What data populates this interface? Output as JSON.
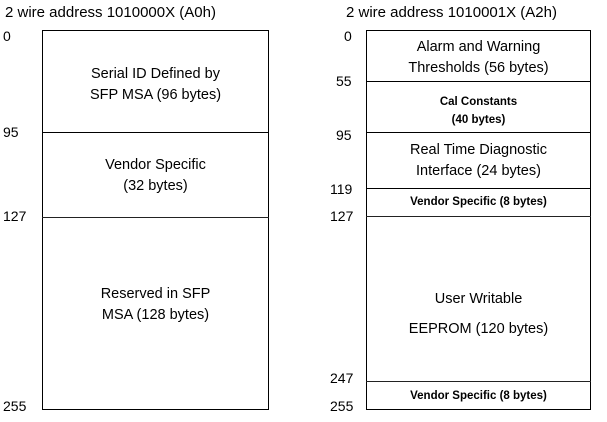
{
  "left_map": {
    "title": "2 wire address 1010000X (A0h)",
    "addresses": [
      "0",
      "95",
      "127",
      "255"
    ],
    "regions": [
      {
        "label_line1": "Serial ID Defined by",
        "label_line2": "SFP MSA (96 bytes)"
      },
      {
        "label_line1": "Vendor Specific",
        "label_line2": "(32 bytes)"
      },
      {
        "label_line1": "Reserved in SFP",
        "label_line2": "MSA (128 bytes)"
      }
    ]
  },
  "right_map": {
    "title": "2 wire address 1010001X (A2h)",
    "addresses": [
      "0",
      "55",
      "95",
      "119",
      "127",
      "247",
      "255"
    ],
    "regions": [
      {
        "label_line1": "Alarm and Warning",
        "label_line2": "Thresholds (56 bytes)"
      },
      {
        "label_line1": "Cal Constants",
        "label_line2": "(40 bytes)"
      },
      {
        "label_line1": "Real Time Diagnostic",
        "label_line2": "Interface (24 bytes)"
      },
      {
        "label_line1": "Vendor Specific (8 bytes)"
      },
      {
        "label_line1": "User Writable",
        "label_line2": "EEPROM (120 bytes)"
      },
      {
        "label_line1": "Vendor Specific (8 bytes)"
      }
    ]
  }
}
